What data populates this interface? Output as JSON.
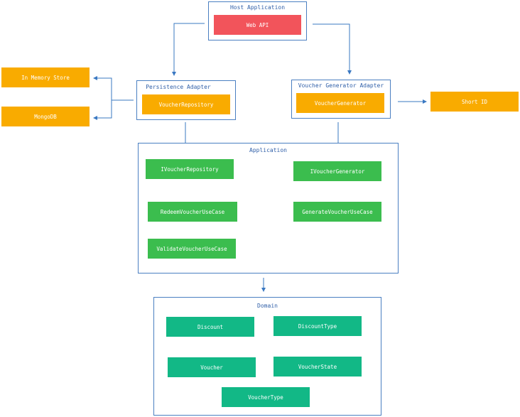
{
  "host": {
    "title": "Host Application",
    "web_api": "Web API"
  },
  "stores": {
    "in_memory": "In Memory Store",
    "mongodb": "MongoDB"
  },
  "persistence": {
    "title": "Persistence Adapter",
    "repository": "VoucherRepository"
  },
  "generator_adapter": {
    "title": "Voucher Generator Adapter",
    "generator": "VoucherGenerator"
  },
  "short_id": "Short ID",
  "application": {
    "title": "Application",
    "ivoucher_repository": "IVoucherRepository",
    "redeem_use_case": "RedeemVoucherUseCase",
    "validate_use_case": "ValidateVoucherUseCase",
    "ivoucher_generator": "IVoucherGenerator",
    "generate_use_case": "GenerateVoucherUseCase"
  },
  "domain": {
    "title": "Domain",
    "discount": "Discount",
    "discount_type": "DiscountType",
    "voucher": "Voucher",
    "voucher_state": "VoucherState",
    "voucher_type": "VoucherType"
  },
  "colors": {
    "frame": "#4a7fc1",
    "arrow": "#3a78c2",
    "web_api": "#f2545b",
    "adapter_component": "#f9ab00",
    "application_component": "#3bbd4e",
    "domain_component": "#12b886"
  }
}
